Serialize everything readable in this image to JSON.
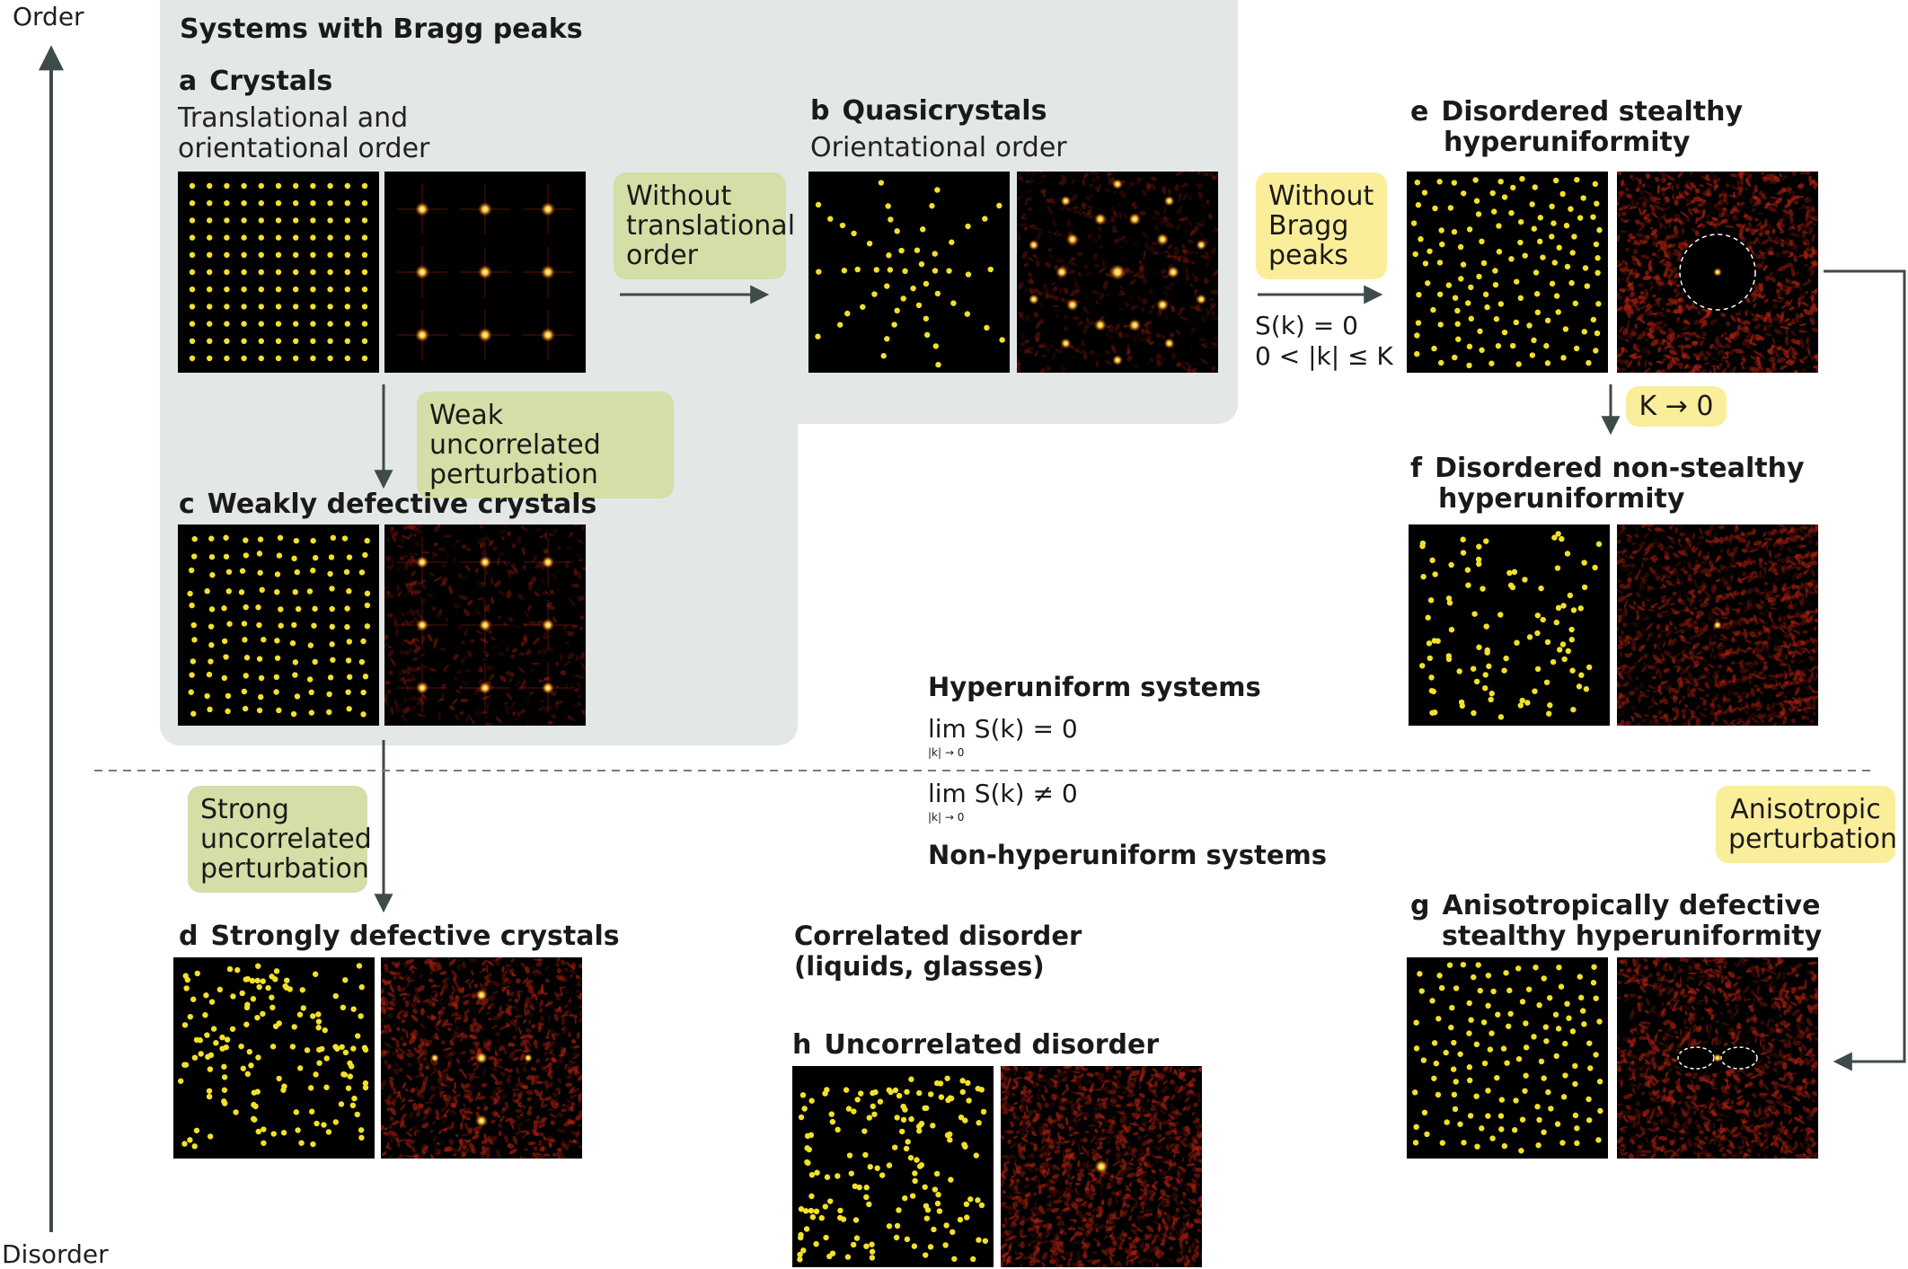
{
  "axis": {
    "top_label": "Order",
    "bottom_label": "Disorder"
  },
  "bragg_region": {
    "title": "Systems with Bragg peaks"
  },
  "panels": {
    "a": {
      "letter": "a",
      "title": "Crystals",
      "subtitle_line1": "Translational and",
      "subtitle_line2": "orientational order"
    },
    "b": {
      "letter": "b",
      "title": "Quasicrystals",
      "subtitle_line1": "Orientational order"
    },
    "c": {
      "letter": "c",
      "title": "Weakly defective crystals"
    },
    "d": {
      "letter": "d",
      "title": "Strongly defective crystals"
    },
    "e": {
      "letter": "e",
      "title_line1": "Disordered stealthy",
      "title_line2": "hyperuniformity"
    },
    "f": {
      "letter": "f",
      "title_line1": "Disordered non-stealthy",
      "title_line2": "hyperuniformity"
    },
    "g": {
      "letter": "g",
      "title_line1": "Anisotropically defective",
      "title_line2": "stealthy hyperuniformity"
    },
    "h": {
      "letter": "h",
      "title": "Uncorrelated disorder"
    }
  },
  "transitions": {
    "a_to_b": {
      "line1": "Without",
      "line2": "translational",
      "line3": "order"
    },
    "a_to_c": {
      "line1": "Weak uncorrelated",
      "line2": "perturbation"
    },
    "c_to_d": {
      "line1": "Strong",
      "line2": "uncorrelated",
      "line3": "perturbation"
    },
    "b_to_e": {
      "line1": "Without",
      "line2": "Bragg",
      "line3": "peaks"
    },
    "e_to_f": {
      "label": "K → 0"
    },
    "e_to_g": {
      "line1": "Anisotropic",
      "line2": "perturbation"
    }
  },
  "stealthy_condition": {
    "line1": "S(k) = 0",
    "line2": "0 < |k| ≤ K"
  },
  "middle": {
    "hyperuniform_title": "Hyperuniform systems",
    "hyperuniform_formula": "lim S(k) = 0",
    "formula_subscript": "|k| → 0",
    "nonhyperuniform_formula": "lim S(k) ≠ 0",
    "nonhyperuniform_title": "Non-hyperuniform systems",
    "correlated_line1": "Correlated disorder",
    "correlated_line2": "(liquids, glasses)"
  },
  "colors": {
    "region_bg": "#e3e8e6",
    "pill_green": "#d3dfa6",
    "pill_yellow": "#fbee9b",
    "arrow": "#3f4a4a",
    "point": "#f2e12a",
    "peak": "#ffd23a",
    "speckle": "#b0200f"
  }
}
